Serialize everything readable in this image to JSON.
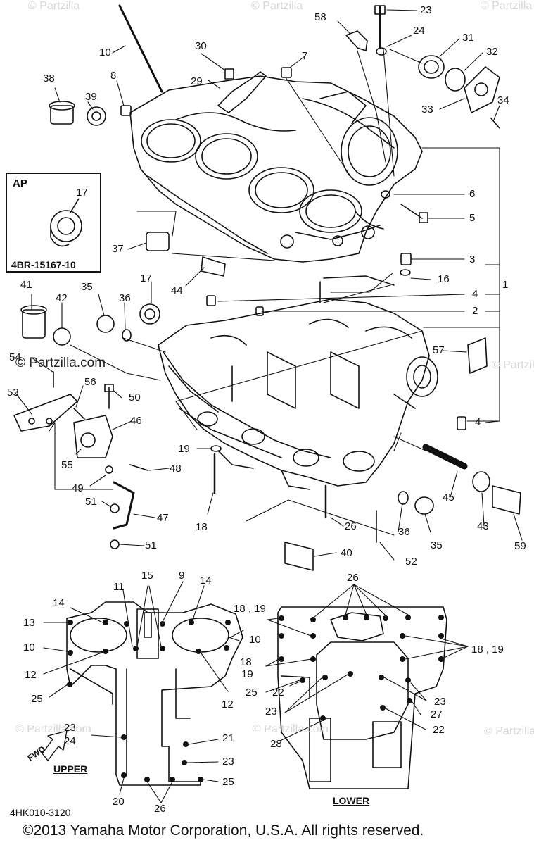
{
  "callouts": [
    "1",
    "2",
    "3",
    "4",
    "5",
    "6",
    "7",
    "8",
    "9",
    "10",
    "11",
    "12",
    "13",
    "14",
    "15",
    "16",
    "17",
    "18",
    "19",
    "20",
    "21",
    "22",
    "23",
    "24",
    "25",
    "26",
    "27",
    "28",
    "29",
    "30",
    "31",
    "32",
    "33",
    "34",
    "35",
    "36",
    "37",
    "38",
    "39",
    "40",
    "41",
    "42",
    "43",
    "44",
    "45",
    "46",
    "47",
    "48",
    "49",
    "50",
    "51",
    "52",
    "53",
    "54",
    "55",
    "56",
    "57",
    "58",
    "59",
    "18 , 19"
  ],
  "inset": {
    "title": "AP",
    "part_number": "4BR-15167-10",
    "callout": "17"
  },
  "labels": {
    "upper": "UPPER",
    "lower": "LOWER",
    "fwd": "FWD"
  },
  "document_code": "4HK010-3120",
  "copyright": "©2013 Yamaha Motor Corporation, U.S.A. All rights reserved.",
  "watermark": {
    "text": "© Partzilla.com",
    "short": "© Partzilla"
  }
}
